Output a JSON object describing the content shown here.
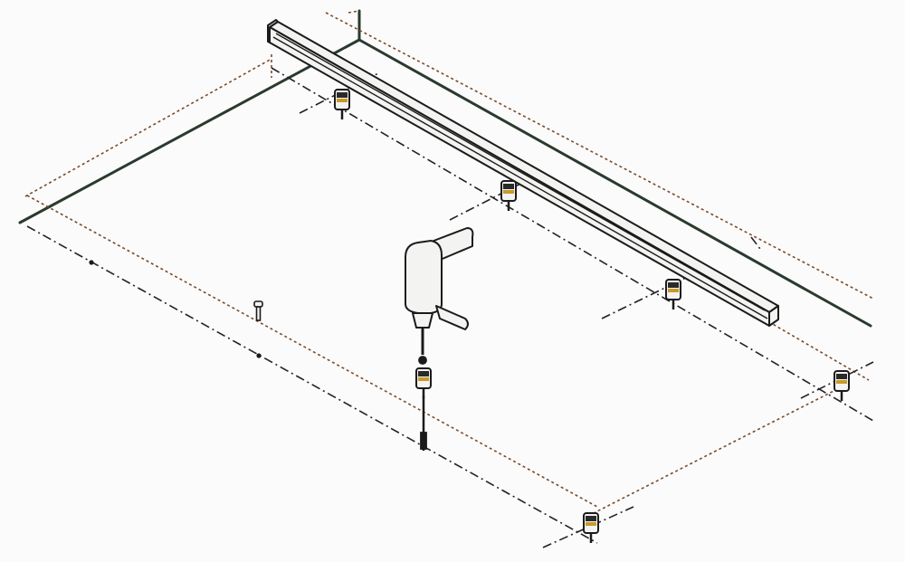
{
  "diagram": {
    "kind": "isometric installation diagram",
    "colors": {
      "background": "#fbfbfb",
      "wall_line": "#2a3a2e",
      "layout_line": "#7a4a2a",
      "reference_line": "#222222",
      "part_outline": "#1b1b1b",
      "part_fill": "#f3f3f1",
      "anchor_head": "#c79a2a"
    },
    "parts": {
      "channel_rail": "channel-rail",
      "wall_anchor_count": 6,
      "wall_anchor": "threaded-anchor",
      "hammer_drill": "drill",
      "screw": "screw",
      "drill_bit": "drill-bit",
      "anchor_icon": "anchor-icon"
    }
  }
}
